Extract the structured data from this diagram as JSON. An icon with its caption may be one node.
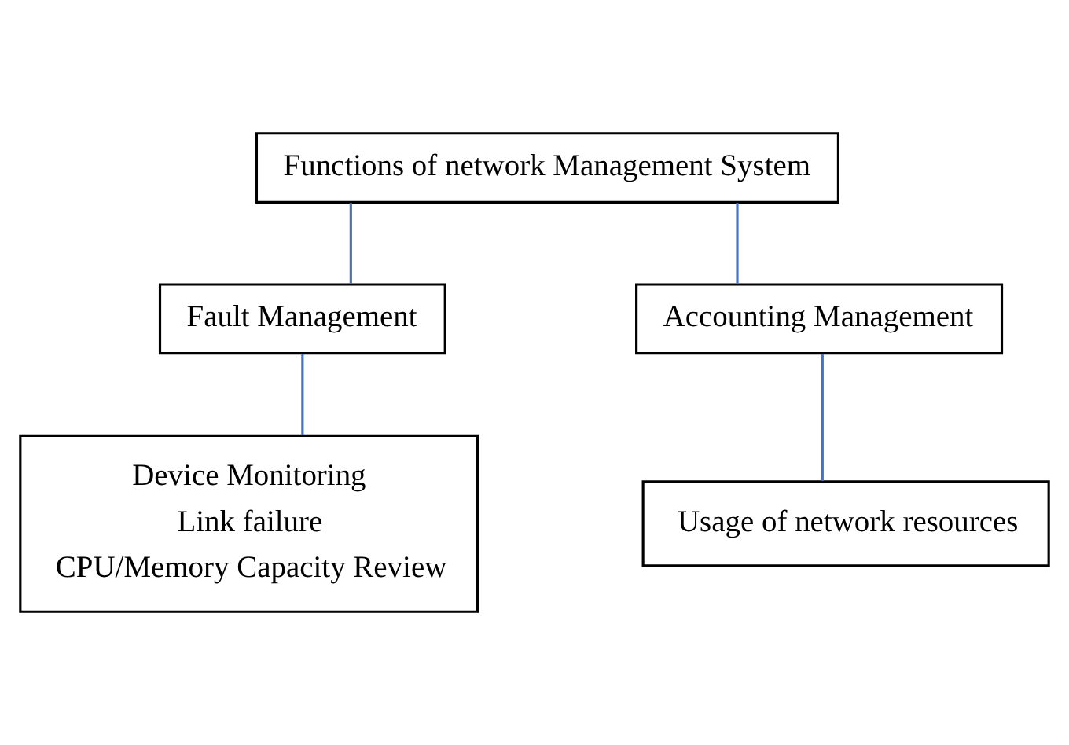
{
  "diagram": {
    "nodes": [
      {
        "text": [
          "Functions of network Management System"
        ]
      },
      {
        "text": [
          "Fault Management"
        ]
      },
      {
        "text": [
          "Accounting Management"
        ]
      },
      {
        "text": [
          "Device Monitoring",
          "Link failure",
          "CPU/Memory Capacity Review"
        ]
      },
      {
        "text": [
          "Usage of network resources"
        ]
      }
    ],
    "edges": [
      {
        "from": 0,
        "to": 1,
        "arrow": "none"
      },
      {
        "from": 0,
        "to": 2,
        "arrow": "none"
      },
      {
        "from": 1,
        "to": 3,
        "arrow": "none"
      },
      {
        "from": 2,
        "to": 4,
        "arrow": "none"
      }
    ]
  }
}
